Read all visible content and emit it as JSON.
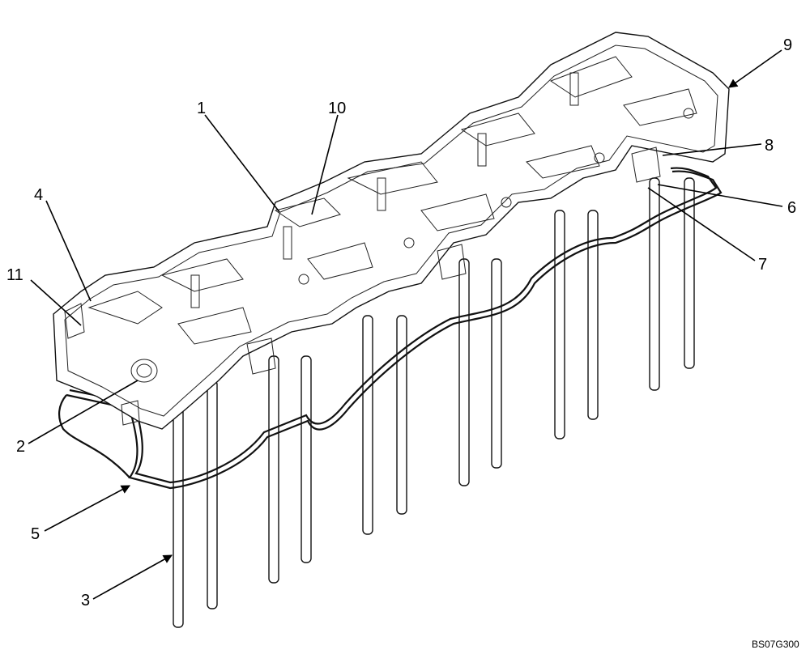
{
  "callouts": [
    {
      "id": "1",
      "label": "1"
    },
    {
      "id": "2",
      "label": "2"
    },
    {
      "id": "3",
      "label": "3"
    },
    {
      "id": "4",
      "label": "4"
    },
    {
      "id": "5",
      "label": "5"
    },
    {
      "id": "6",
      "label": "6"
    },
    {
      "id": "7",
      "label": "7"
    },
    {
      "id": "8",
      "label": "8"
    },
    {
      "id": "9",
      "label": "9"
    },
    {
      "id": "10",
      "label": "10"
    },
    {
      "id": "11",
      "label": "11"
    }
  ],
  "reference_code": "BS07G300"
}
